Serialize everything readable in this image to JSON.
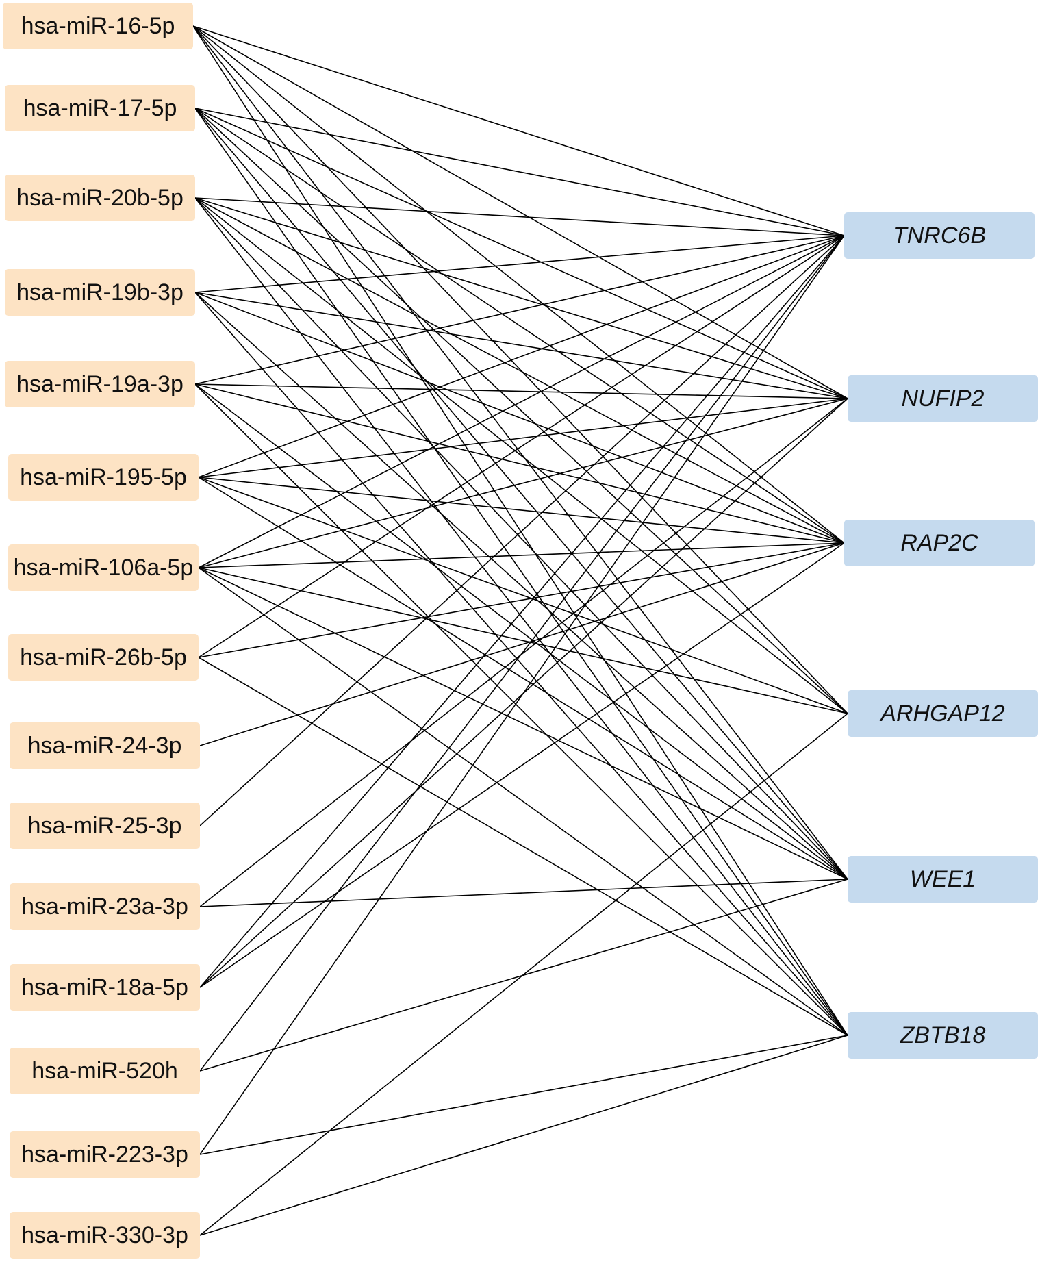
{
  "colors": {
    "mirna_fill": "#fde3c4",
    "gene_fill": "#c5daee",
    "edge": "#000000"
  },
  "mirnas": [
    "hsa-miR-16-5p",
    "hsa-miR-17-5p",
    "hsa-miR-20b-5p",
    "hsa-miR-19b-3p",
    "hsa-miR-19a-3p",
    "hsa-miR-195-5p",
    "hsa-miR-106a-5p",
    "hsa-miR-26b-5p",
    "hsa-miR-24-3p",
    "hsa-miR-25-3p",
    "hsa-miR-23a-3p",
    "hsa-miR-18a-5p",
    "hsa-miR-520h",
    "hsa-miR-223-3p",
    "hsa-miR-330-3p"
  ],
  "genes": [
    "TNRC6B",
    "NUFIP2",
    "RAP2C",
    "ARHGAP12",
    "WEE1",
    "ZBTB18"
  ],
  "edges": [
    [
      "hsa-miR-16-5p",
      "TNRC6B"
    ],
    [
      "hsa-miR-16-5p",
      "NUFIP2"
    ],
    [
      "hsa-miR-16-5p",
      "RAP2C"
    ],
    [
      "hsa-miR-16-5p",
      "ARHGAP12"
    ],
    [
      "hsa-miR-16-5p",
      "WEE1"
    ],
    [
      "hsa-miR-16-5p",
      "ZBTB18"
    ],
    [
      "hsa-miR-17-5p",
      "TNRC6B"
    ],
    [
      "hsa-miR-17-5p",
      "NUFIP2"
    ],
    [
      "hsa-miR-17-5p",
      "RAP2C"
    ],
    [
      "hsa-miR-17-5p",
      "ARHGAP12"
    ],
    [
      "hsa-miR-17-5p",
      "WEE1"
    ],
    [
      "hsa-miR-17-5p",
      "ZBTB18"
    ],
    [
      "hsa-miR-20b-5p",
      "TNRC6B"
    ],
    [
      "hsa-miR-20b-5p",
      "NUFIP2"
    ],
    [
      "hsa-miR-20b-5p",
      "RAP2C"
    ],
    [
      "hsa-miR-20b-5p",
      "ARHGAP12"
    ],
    [
      "hsa-miR-20b-5p",
      "WEE1"
    ],
    [
      "hsa-miR-20b-5p",
      "ZBTB18"
    ],
    [
      "hsa-miR-19b-3p",
      "TNRC6B"
    ],
    [
      "hsa-miR-19b-3p",
      "NUFIP2"
    ],
    [
      "hsa-miR-19b-3p",
      "RAP2C"
    ],
    [
      "hsa-miR-19b-3p",
      "WEE1"
    ],
    [
      "hsa-miR-19b-3p",
      "ZBTB18"
    ],
    [
      "hsa-miR-19a-3p",
      "TNRC6B"
    ],
    [
      "hsa-miR-19a-3p",
      "NUFIP2"
    ],
    [
      "hsa-miR-19a-3p",
      "RAP2C"
    ],
    [
      "hsa-miR-19a-3p",
      "WEE1"
    ],
    [
      "hsa-miR-19a-3p",
      "ZBTB18"
    ],
    [
      "hsa-miR-195-5p",
      "TNRC6B"
    ],
    [
      "hsa-miR-195-5p",
      "NUFIP2"
    ],
    [
      "hsa-miR-195-5p",
      "RAP2C"
    ],
    [
      "hsa-miR-195-5p",
      "ARHGAP12"
    ],
    [
      "hsa-miR-195-5p",
      "WEE1"
    ],
    [
      "hsa-miR-106a-5p",
      "TNRC6B"
    ],
    [
      "hsa-miR-106a-5p",
      "NUFIP2"
    ],
    [
      "hsa-miR-106a-5p",
      "RAP2C"
    ],
    [
      "hsa-miR-106a-5p",
      "ARHGAP12"
    ],
    [
      "hsa-miR-106a-5p",
      "WEE1"
    ],
    [
      "hsa-miR-106a-5p",
      "ZBTB18"
    ],
    [
      "hsa-miR-26b-5p",
      "TNRC6B"
    ],
    [
      "hsa-miR-26b-5p",
      "RAP2C"
    ],
    [
      "hsa-miR-26b-5p",
      "ZBTB18"
    ],
    [
      "hsa-miR-24-3p",
      "RAP2C"
    ],
    [
      "hsa-miR-25-3p",
      "TNRC6B"
    ],
    [
      "hsa-miR-23a-3p",
      "NUFIP2"
    ],
    [
      "hsa-miR-23a-3p",
      "WEE1"
    ],
    [
      "hsa-miR-18a-5p",
      "TNRC6B"
    ],
    [
      "hsa-miR-18a-5p",
      "NUFIP2"
    ],
    [
      "hsa-miR-18a-5p",
      "RAP2C"
    ],
    [
      "hsa-miR-520h",
      "TNRC6B"
    ],
    [
      "hsa-miR-520h",
      "WEE1"
    ],
    [
      "hsa-miR-223-3p",
      "TNRC6B"
    ],
    [
      "hsa-miR-223-3p",
      "ZBTB18"
    ],
    [
      "hsa-miR-330-3p",
      "ARHGAP12"
    ],
    [
      "hsa-miR-330-3p",
      "ZBTB18"
    ]
  ]
}
